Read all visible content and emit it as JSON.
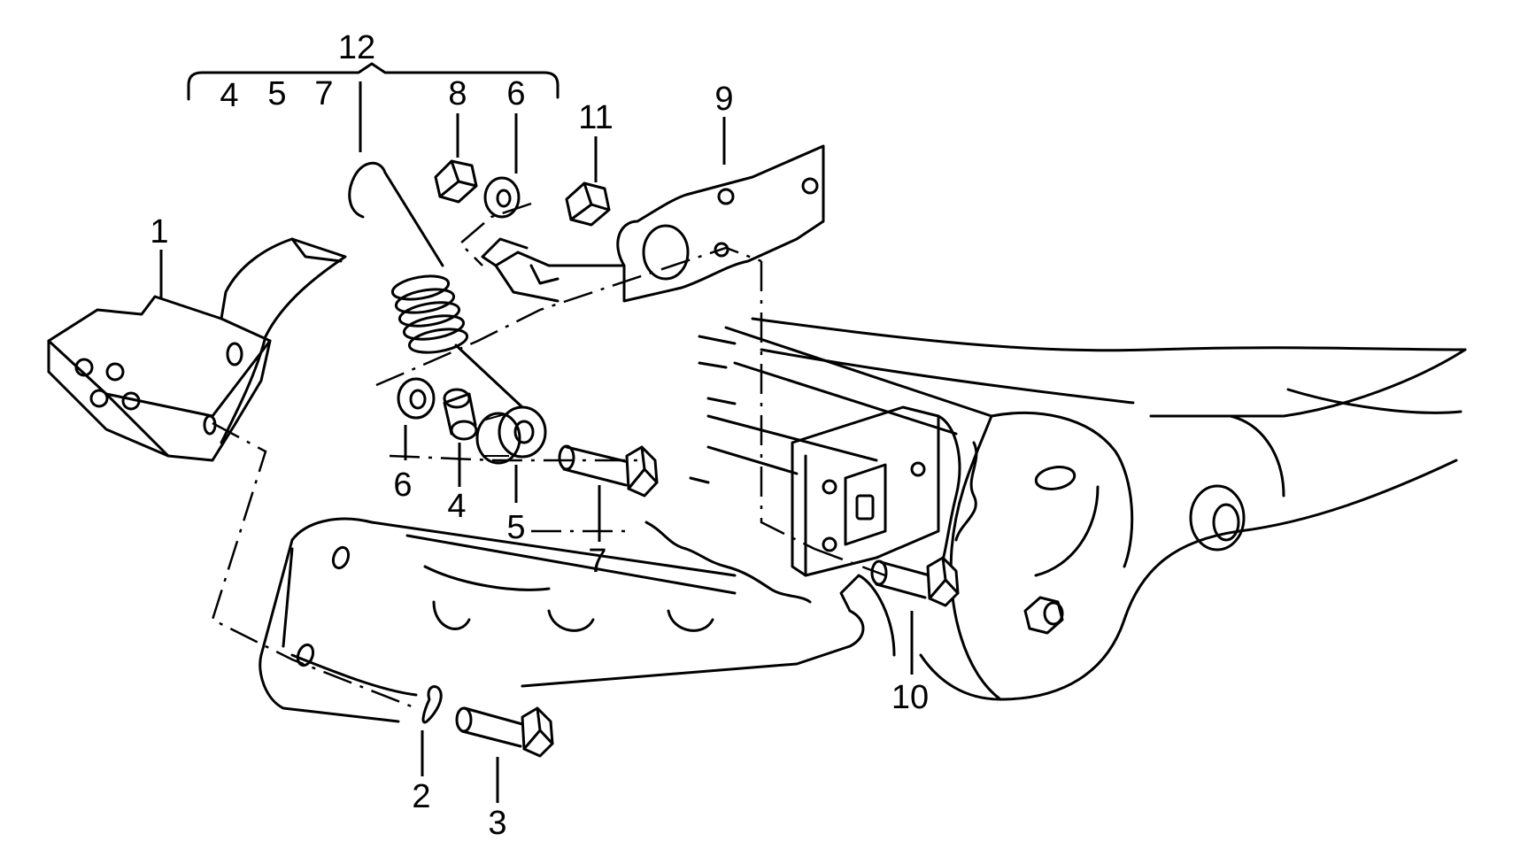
{
  "callouts": {
    "c1": "1",
    "c2": "2",
    "c3": "3",
    "c4_top": "4",
    "c4": "4",
    "c5_top": "5",
    "c5": "5",
    "c6_top": "6",
    "c6": "6",
    "c7_top": "7",
    "c7": "7",
    "c8": "8",
    "c9": "9",
    "c10": "10",
    "c11": "11",
    "c12": "12"
  }
}
